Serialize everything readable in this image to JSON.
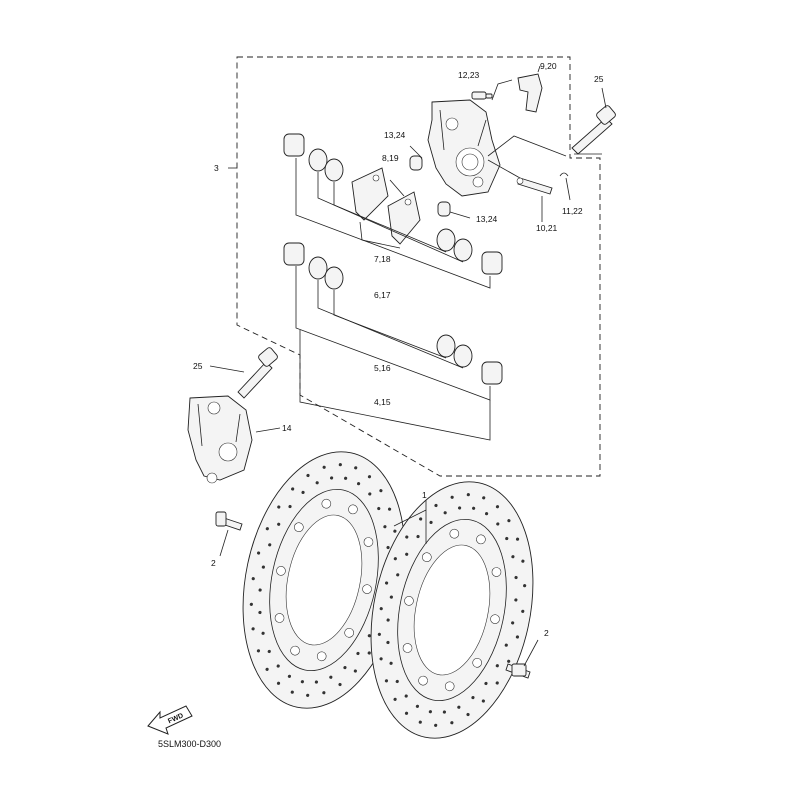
{
  "diagram": {
    "callouts": {
      "c1": "1",
      "c2a": "2",
      "c2b": "2",
      "c3": "3",
      "c4": "4,15",
      "c5": "5,16",
      "c6": "6,17",
      "c7": "7,18",
      "c8": "8,19",
      "c9": "9,20",
      "c10": "10,21",
      "c11": "11,22",
      "c12": "12,23",
      "c13a": "13,24",
      "c13b": "13,24",
      "c14": "14",
      "c25a": "25",
      "c25b": "25"
    },
    "fwd_label": "FWD",
    "drawing_code": "5SLM300-D300"
  }
}
